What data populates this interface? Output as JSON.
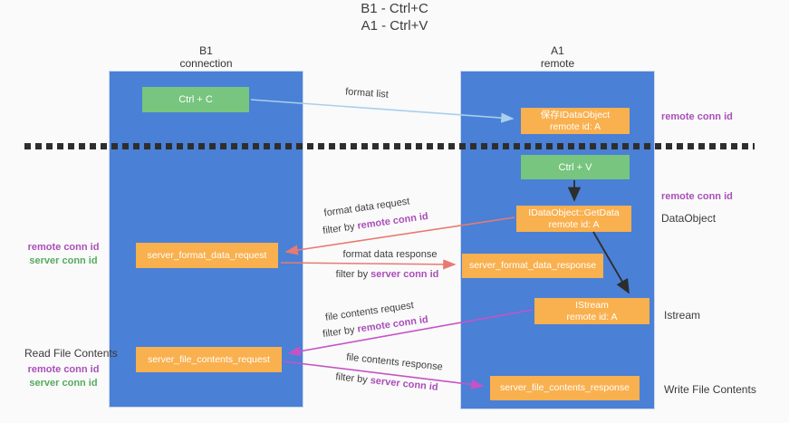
{
  "title": {
    "line1": "B1 - Ctrl+C",
    "line2": "A1 - Ctrl+V"
  },
  "columns": {
    "left": {
      "header_line1": "B1",
      "header_line2": "connection"
    },
    "right": {
      "header_line1": "A1",
      "header_line2": "remote"
    }
  },
  "boxes": {
    "ctrl_c": "Ctrl + C",
    "save_idataobject_line1": "保存IDataObject",
    "save_idataobject_line2": "remote id: A",
    "ctrl_v": "Ctrl + V",
    "getdata_line1": "IDataObject::GetData",
    "getdata_line2": "remote id: A",
    "format_request": "server_format_data_request",
    "format_response": "server_format_data_response",
    "istream_line1": "IStream",
    "istream_line2": "remote id: A",
    "file_request": "server_file_contents_request",
    "file_response": "server_file_contents_response"
  },
  "side_labels": {
    "remote_conn_id_top_right": "remote conn id",
    "remote_conn_id_mid_right": "remote conn id",
    "dataobject": "DataObject",
    "istream": "Istream",
    "write_file_contents": "Write File Contents",
    "read_file_contents": "Read File Contents",
    "left_mid_remote": "remote conn id",
    "left_mid_server": "server conn id",
    "left_bottom_remote": "remote conn id",
    "left_bottom_server": "server conn id"
  },
  "flow_labels": {
    "format_list": "format list",
    "format_data_request": "format data request",
    "format_data_request_filter_prefix": "filter by ",
    "format_data_request_filter_key": "remote conn id",
    "format_data_response": "format data response",
    "format_data_response_filter_prefix": "filter by ",
    "format_data_response_filter_key": "server conn id",
    "file_contents_request": "file contents request",
    "file_contents_request_filter_prefix": "filter by ",
    "file_contents_request_filter_key": "remote conn id",
    "file_contents_response": "file contents response",
    "file_contents_response_filter_prefix": "filter by ",
    "file_contents_response_filter_key": "server conn id"
  },
  "colors": {
    "column_blue": "#4a80d6",
    "box_green": "#77c57e",
    "box_orange": "#f9b04e",
    "purple_label": "#a94fb8",
    "green_label": "#55ab5e",
    "arrow_blue": "#a9cfec",
    "arrow_salmon": "#e87a72",
    "arrow_magenta": "#c653c6",
    "arrow_black": "#2d2d2d"
  }
}
